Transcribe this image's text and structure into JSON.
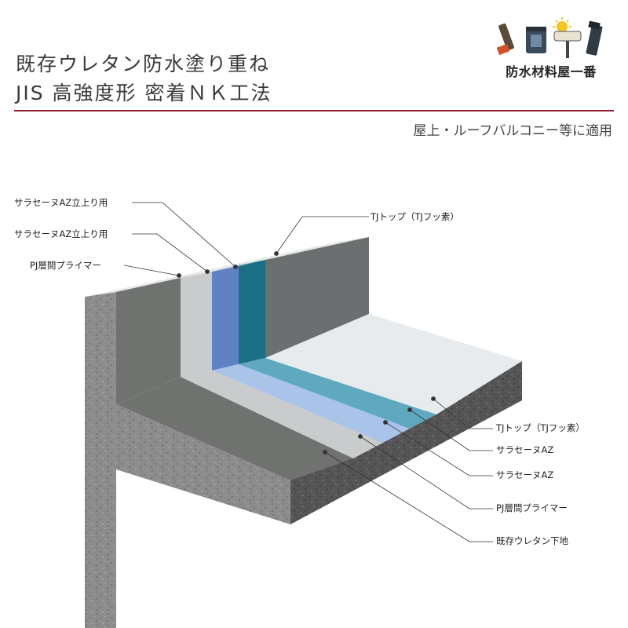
{
  "header": {
    "title_line1": "既存ウレタン防水塗り重ね",
    "title_line2": "JIS 高強度形 密着ＮＫ工法",
    "subtitle": "屋上・ルーフバルコニー等に適用",
    "divider_color": "#8b1a2b"
  },
  "logo": {
    "text": "防水材料屋一番",
    "icons": [
      "paint-brush-icon",
      "paint-can-icon",
      "paint-roller-icon",
      "sun-icon"
    ]
  },
  "labels": {
    "wall_layer_top": "サラセーヌAZ立上り用",
    "wall_layer_2": "サラセーヌAZ立上り用",
    "wall_primer": "PJ層間プライマー",
    "wall_topcoat": "TJトップ（TJフッ素）",
    "floor_topcoat": "TJトップ（TJフッ素）",
    "floor_layer_1": "サラセーヌAZ",
    "floor_layer_2": "サラセーヌAZ",
    "floor_primer": "PJ層間プライマー",
    "floor_substrate": "既存ウレタン下地"
  },
  "colors": {
    "concrete": "#8e8e8e",
    "existing_urethane": "#6f726e",
    "primer": "#c9cbcd",
    "saracene_1": "#a9c3e9",
    "saracene_2": "#5e82c4",
    "saracene_wall": "#1a6f86",
    "topcoat": "#e7ebed",
    "topcoat_teal": "#5fa8c0"
  }
}
